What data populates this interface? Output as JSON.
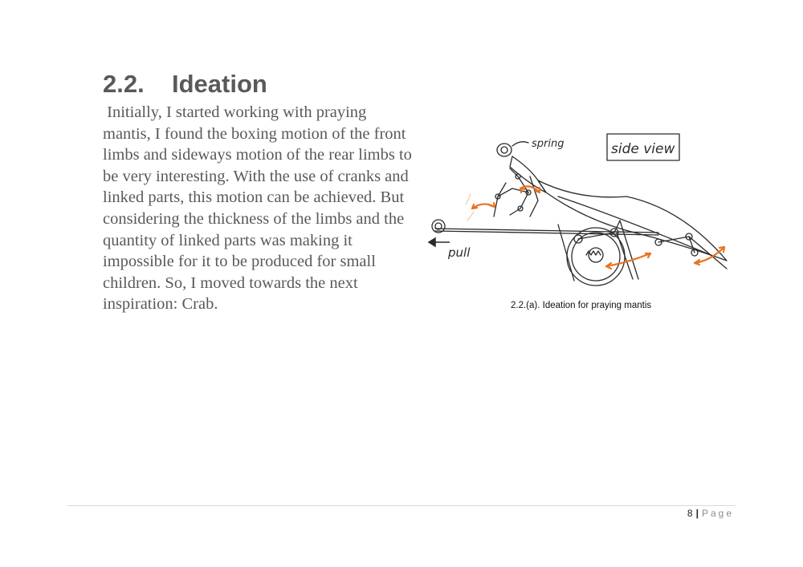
{
  "section": {
    "number": "2.2.",
    "title": "Ideation"
  },
  "body": " Initially, I started working with praying mantis, I found the boxing motion of the front limbs and sideways motion of the rear limbs to be very interesting. With the use of cranks and linked parts, this motion can be achieved. But considering the thickness of the limbs and the quantity of linked parts was making it impossible for it to be produced for small children. So, I moved towards the next inspiration: Crab.",
  "figure": {
    "caption": "2.2.(a). Ideation for praying mantis",
    "labels": {
      "spring": "spring",
      "side_view": "side view",
      "pull": "pull"
    },
    "accent_color": "#e8731f",
    "ink_color": "#2b2b2b"
  },
  "footer": {
    "page_number": "8",
    "separator": "|",
    "page_label": "Page"
  }
}
